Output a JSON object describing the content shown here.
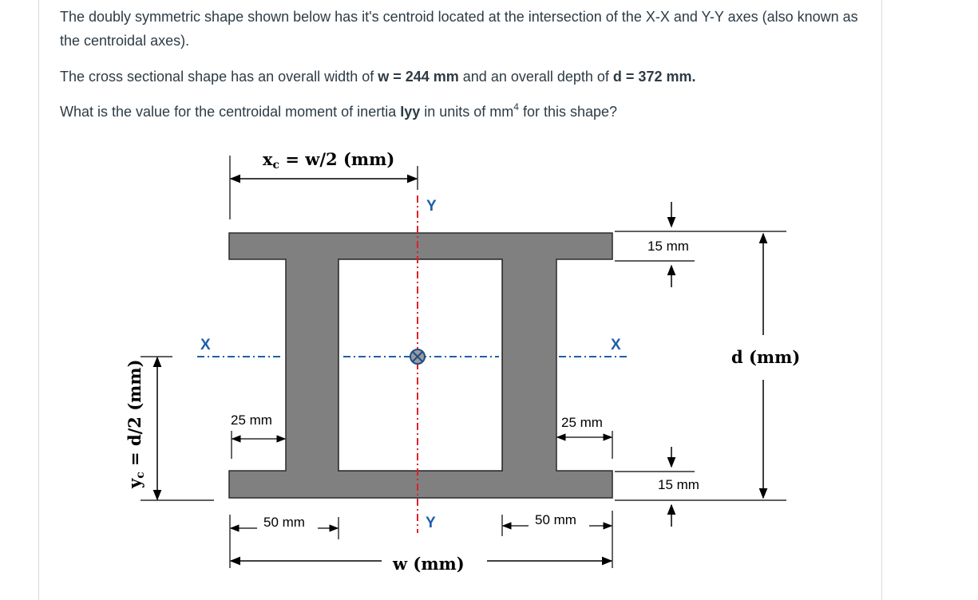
{
  "question": {
    "line1": "The doubly symmetric shape shown below has it's centroid located at the intersection of the X-X and Y-Y axes (also known as the centroidal axes).",
    "line2_pre": "The cross sectional shape has an overall width of ",
    "w_value": "w = 244 mm",
    "line2_mid": " and an overall depth  of ",
    "d_value": "d = 372 mm.",
    "line3_pre": "What is the value for the centroidal moment of inertia ",
    "iyy": "Iyy",
    "line3_mid": " in units of mm",
    "line3_exp": "4",
    "line3_post": " for this shape?"
  },
  "diagram": {
    "xc_label": "x",
    "xc_sub": "c",
    "xc_rest": " = w/2 (mm)",
    "yc_label": "y",
    "yc_sub": "c",
    "yc_rest": " = d/2 (mm)",
    "w_label": "w (mm)",
    "d_label": "d (mm)",
    "top_flange": "15 mm",
    "bottom_flange": "15 mm",
    "left_web": "25 mm",
    "right_web": "25 mm",
    "left_bottom": "50 mm",
    "right_bottom": "50 mm",
    "axis_x_left": "X",
    "axis_x_right": "X",
    "axis_y_top": "Y",
    "axis_y_bottom": "Y",
    "colors": {
      "shape_fill": "#808080",
      "x_axis": "#1f5fa8",
      "y_axis": "#e0202a",
      "text": "#2d3b45"
    }
  }
}
